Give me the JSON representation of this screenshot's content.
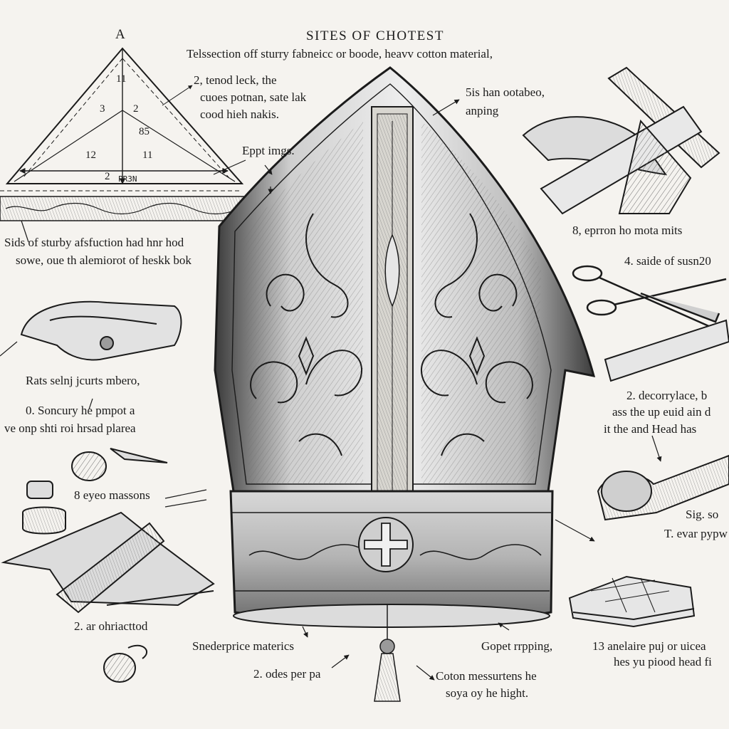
{
  "title": "SITES OF CHOTEST",
  "subtitle": "Telssection off sturry fabneicc or boode, heavv cotton material,",
  "pattern": {
    "apex_label": "A",
    "numbers": [
      "11",
      "3",
      "2",
      "85",
      "12",
      "11",
      "2"
    ],
    "base_tag": "PR3N"
  },
  "labels": {
    "tenod": [
      "2, tenod leck, the",
      "cuoes potnan, sate lak",
      "cood hieh nakis."
    ],
    "eppt": "Eppt imgs.",
    "sis_han": [
      "5is han ootabeo,",
      "anping"
    ],
    "sids": [
      "Sids of sturby afsfuction had hnr hod",
      "sowe, oue th alemiorot of heskk bok"
    ],
    "eprron": "8, eprron ho mota mits",
    "saide": "4. saide of susn20",
    "rats": "Rats selnj jcurts mbero,",
    "soncury": [
      "0. Soncury he pmpot a",
      "ve onp shti roi hrsad plarea"
    ],
    "decc": [
      "2. decorrylace, b",
      "ass the up euid ain d",
      "it the and Head has"
    ],
    "eyeo": "8 eyeo massons",
    "sig": "Sig. so",
    "tevar": "T. evar pypw",
    "ar": "2. ar ohriacttod",
    "snederp": "Snederprice materics",
    "opet": "Gopet rrpping,",
    "anelaire": [
      "13 anelaire puj or uicea",
      "hes yu piood head fi"
    ],
    "odes": "2. odes per pa",
    "coton": [
      "Coton messurtens he",
      "soya oy he hight."
    ]
  }
}
